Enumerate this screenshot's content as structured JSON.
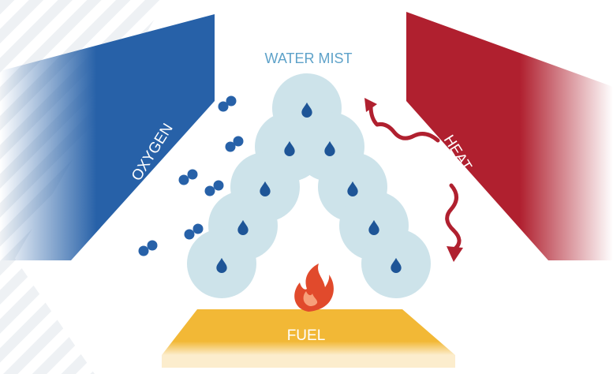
{
  "labels": {
    "water_mist": "WATER MIST",
    "oxygen": "OXYGEN",
    "heat": "HEAT",
    "fuel": "FUEL"
  },
  "colors": {
    "oxygen": "#2761a8",
    "heat": "#b0202f",
    "fuel": "#f2b836",
    "mist_circle": "#cde3ea",
    "droplet": "#1e5597",
    "water_mist_text": "#5ea2c9",
    "flame": "#e14a2c",
    "stripes": "#eef1f4"
  },
  "icons": {
    "droplet": "water-droplet-icon",
    "molecule": "oxygen-molecule-icon",
    "flame": "flame-icon",
    "heat_arrow": "wavy-arrow-icon"
  }
}
